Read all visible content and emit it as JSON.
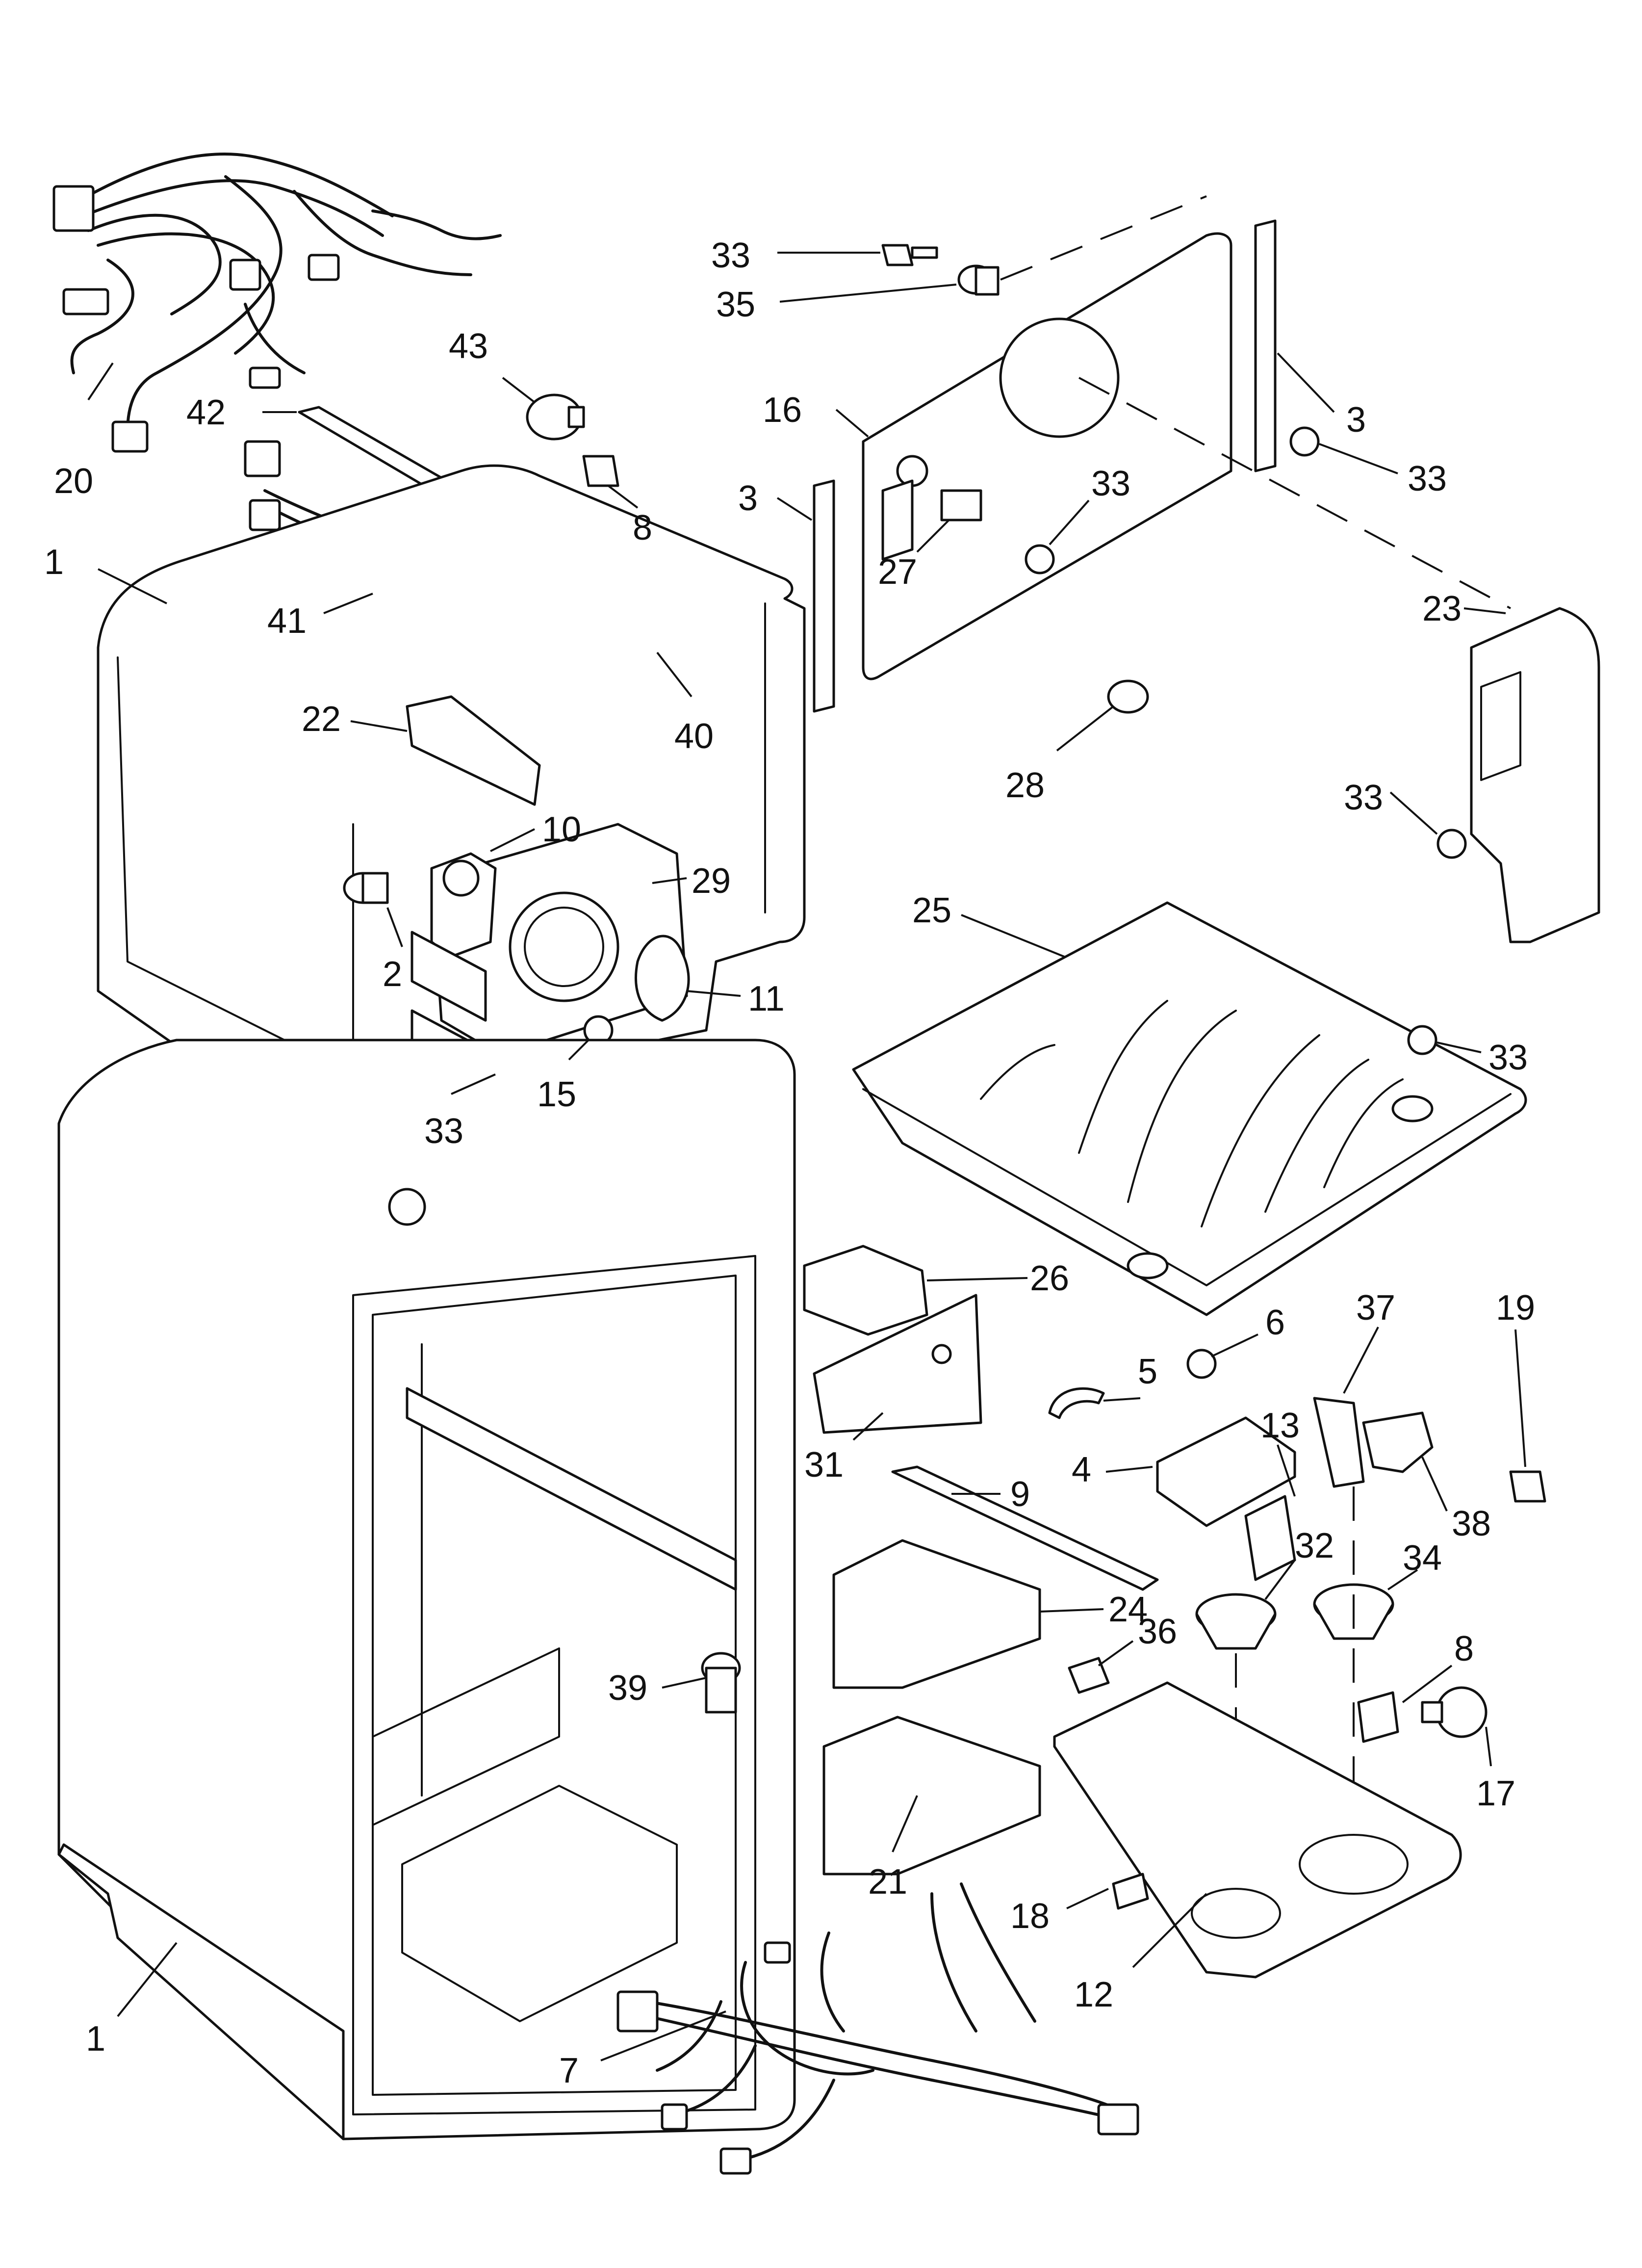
{
  "diagram": {
    "callouts": [
      {
        "id": "c20",
        "text": "20"
      },
      {
        "id": "c43",
        "text": "43"
      },
      {
        "id": "c42",
        "text": "42"
      },
      {
        "id": "c8a",
        "text": "8"
      },
      {
        "id": "c1a",
        "text": "1"
      },
      {
        "id": "c41",
        "text": "41"
      },
      {
        "id": "c40",
        "text": "40"
      },
      {
        "id": "c22",
        "text": "22"
      },
      {
        "id": "c10",
        "text": "10"
      },
      {
        "id": "c29",
        "text": "29"
      },
      {
        "id": "c2",
        "text": "2"
      },
      {
        "id": "c11",
        "text": "11"
      },
      {
        "id": "c15",
        "text": "15"
      },
      {
        "id": "c33a",
        "text": "33"
      },
      {
        "id": "c33b",
        "text": "33"
      },
      {
        "id": "c35",
        "text": "35"
      },
      {
        "id": "c16",
        "text": "16"
      },
      {
        "id": "c3a",
        "text": "3"
      },
      {
        "id": "c3b",
        "text": "3"
      },
      {
        "id": "c33c",
        "text": "33"
      },
      {
        "id": "c33d",
        "text": "33"
      },
      {
        "id": "c27",
        "text": "27"
      },
      {
        "id": "c23",
        "text": "23"
      },
      {
        "id": "c28",
        "text": "28"
      },
      {
        "id": "c33e",
        "text": "33"
      },
      {
        "id": "c25",
        "text": "25"
      },
      {
        "id": "c33f",
        "text": "33"
      },
      {
        "id": "c26",
        "text": "26"
      },
      {
        "id": "c6",
        "text": "6"
      },
      {
        "id": "c37",
        "text": "37"
      },
      {
        "id": "c19",
        "text": "19"
      },
      {
        "id": "c5",
        "text": "5"
      },
      {
        "id": "c31",
        "text": "31"
      },
      {
        "id": "c13",
        "text": "13"
      },
      {
        "id": "c4",
        "text": "4"
      },
      {
        "id": "c9",
        "text": "9"
      },
      {
        "id": "c38",
        "text": "38"
      },
      {
        "id": "c32",
        "text": "32"
      },
      {
        "id": "c34",
        "text": "34"
      },
      {
        "id": "c24",
        "text": "24"
      },
      {
        "id": "c36",
        "text": "36"
      },
      {
        "id": "c8b",
        "text": "8"
      },
      {
        "id": "c39",
        "text": "39"
      },
      {
        "id": "c17",
        "text": "17"
      },
      {
        "id": "c21",
        "text": "21"
      },
      {
        "id": "c18",
        "text": "18"
      },
      {
        "id": "c12",
        "text": "12"
      },
      {
        "id": "c1b",
        "text": "1"
      },
      {
        "id": "c7",
        "text": "7"
      }
    ]
  }
}
